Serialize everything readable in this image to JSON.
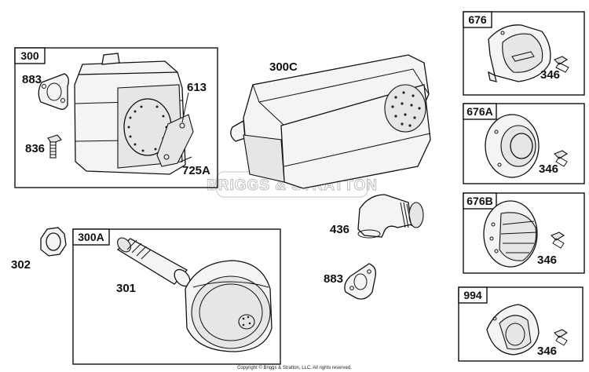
{
  "boxes": [
    {
      "id": "b300",
      "tag": "300"
    },
    {
      "id": "b300a",
      "tag": "300A"
    },
    {
      "id": "b676",
      "tag": "676"
    },
    {
      "id": "b676a",
      "tag": "676A"
    },
    {
      "id": "b676b",
      "tag": "676B"
    },
    {
      "id": "b994",
      "tag": "994"
    }
  ],
  "labels": {
    "l883a": "883",
    "l613": "613",
    "l836": "836",
    "l725a": "725A",
    "l300c": "300C",
    "l302": "302",
    "l301": "301",
    "l436": "436",
    "l883b": "883",
    "l346a": "346",
    "l346b": "346",
    "l346c": "346",
    "l346d": "346"
  },
  "watermark": "BRIGGS & STRATTON",
  "copyright": "Copyright © Briggs & Stratton, LLC. All rights reserved."
}
